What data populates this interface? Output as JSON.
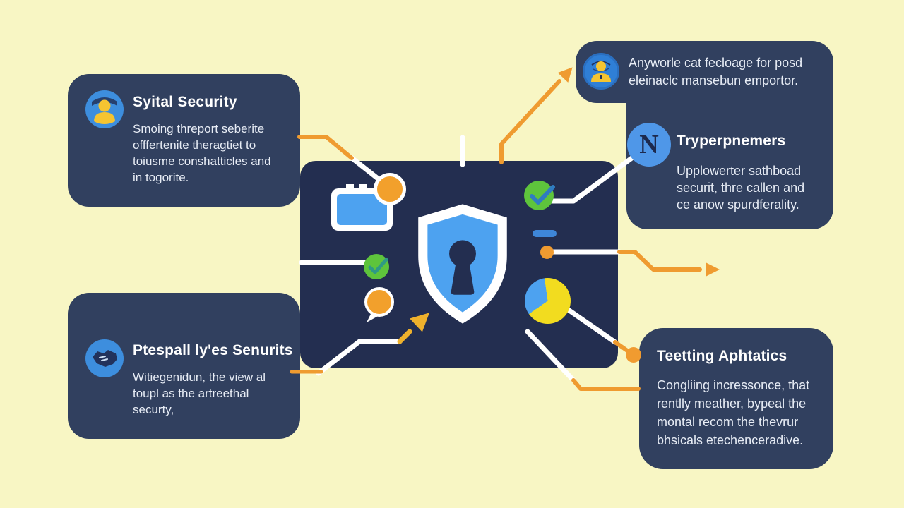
{
  "meta": {
    "background_color": "#f8f6c4",
    "card_color": "#31405f",
    "panel_color": "#232e50",
    "accent_orange": "#ef9b30",
    "accent_blue": "#4da2f0",
    "accent_green": "#5ec43c",
    "accent_yellow": "#f2dc1f"
  },
  "cards": {
    "top_left": {
      "title": "Syital Security",
      "body": "Smoing threport seberite\nofffertenite theragtiet to\ntoiusme conshatticles and\nin togorite.",
      "icon": "user-globe-icon"
    },
    "bottom_left": {
      "title": "Ptespall ly'es Senurits",
      "body": "Witiegenidun, the view al\ntoupl as the artreethal\nsecurty,",
      "icon": "map-icon"
    },
    "top_right": {
      "body": "Anyworle cat fecloage for posd\neleinaclc mansebun emportor.",
      "icon": "person-icon"
    },
    "mid_right": {
      "title": "Tryperpnemers",
      "body": "Upplowerter sathboad\nsecurit, thre callen and\nce anow spurdferality.",
      "icon": "letter-n-icon",
      "icon_letter": "N"
    },
    "bottom_right": {
      "title": "Teetting Aphtatics",
      "body": "Congliing incressonce, that\nrentlly meather, bypeal the\nmontal recom the thevrur\nbhsicals etechenceradive."
    }
  },
  "center_panel": {
    "icons": [
      "folder-icon",
      "shield-lock-icon",
      "check-icon",
      "check-icon",
      "speech-bubble-icon",
      "pie-chart-icon",
      "dash-icon",
      "dot-marker",
      "trend-arrow-icon"
    ]
  }
}
